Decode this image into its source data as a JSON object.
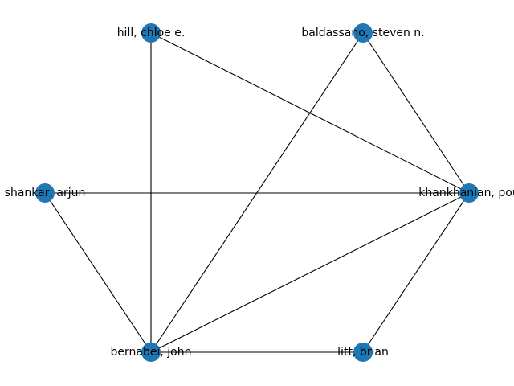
{
  "graph": {
    "node_color": "#1f77b4",
    "edge_color": "#000000",
    "nodes": [
      {
        "id": "hill",
        "label": "hill, chloe e."
      },
      {
        "id": "baldassano",
        "label": "baldassano, steven n."
      },
      {
        "id": "shankar",
        "label": "shankar, arjun"
      },
      {
        "id": "khankhanian",
        "label": "khankhanian, pou"
      },
      {
        "id": "bernabei",
        "label": "bernabei, john"
      },
      {
        "id": "litt",
        "label": "litt, brian"
      }
    ],
    "edges": [
      [
        "hill",
        "bernabei"
      ],
      [
        "hill",
        "khankhanian"
      ],
      [
        "baldassano",
        "bernabei"
      ],
      [
        "baldassano",
        "khankhanian"
      ],
      [
        "shankar",
        "khankhanian"
      ],
      [
        "shankar",
        "bernabei"
      ],
      [
        "khankhanian",
        "bernabei"
      ],
      [
        "khankhanian",
        "litt"
      ],
      [
        "bernabei",
        "litt"
      ]
    ]
  }
}
